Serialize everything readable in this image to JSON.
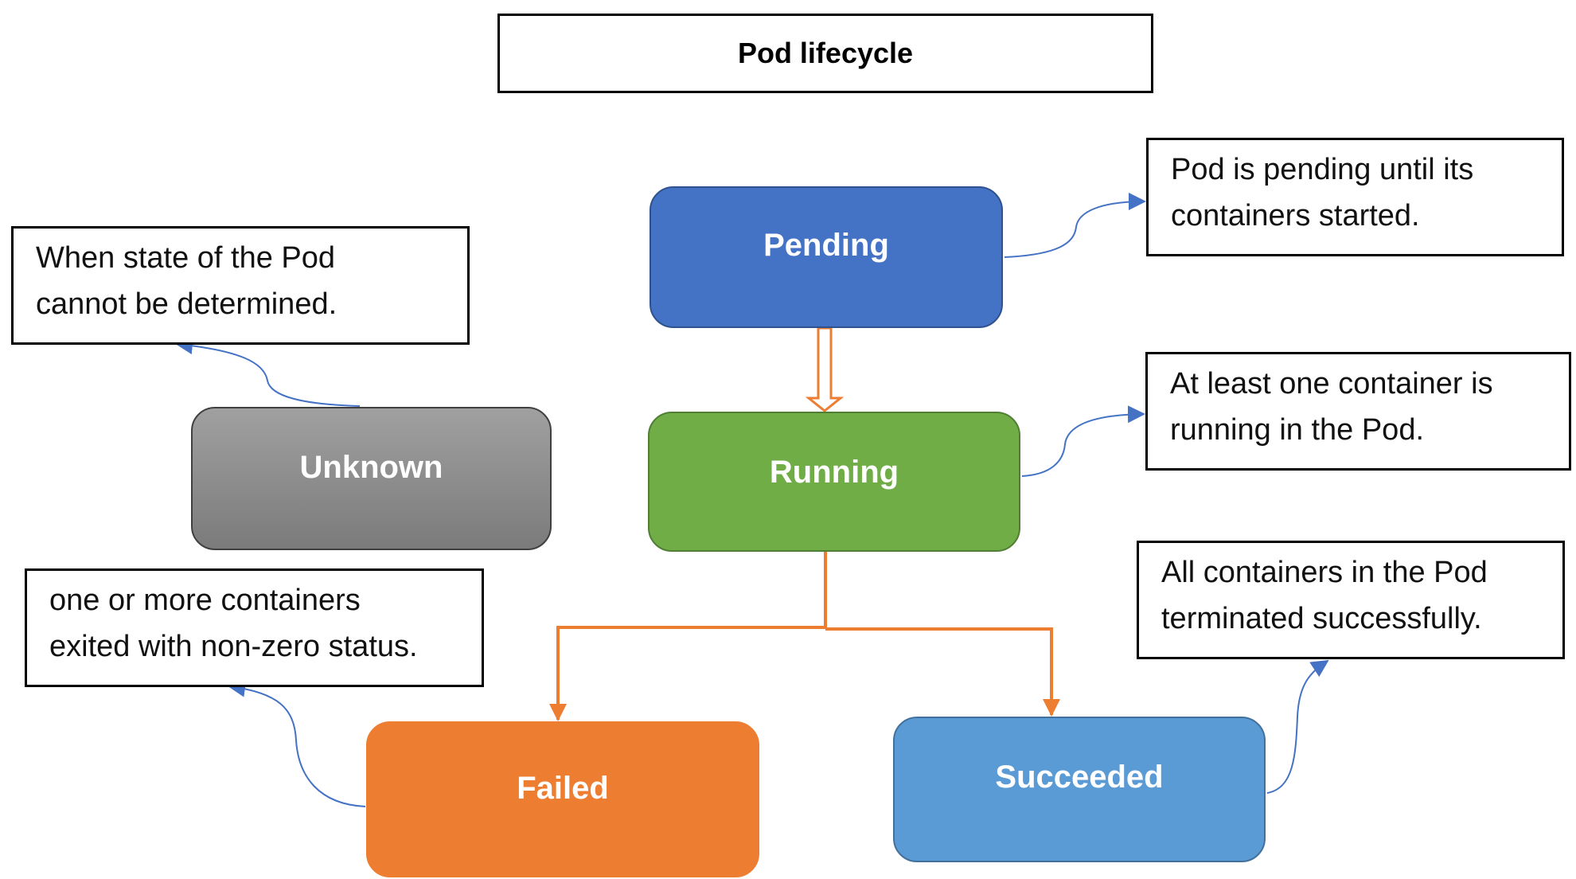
{
  "title": "Pod lifecycle",
  "states": {
    "pending": "Pending",
    "running": "Running",
    "unknown": "Unknown",
    "failed": "Failed",
    "succeeded": "Succeeded"
  },
  "notes": {
    "pending": [
      "Pod is pending until its",
      "containers started."
    ],
    "unknown": [
      "When state of the Pod",
      "cannot be determined."
    ],
    "running": [
      "At least one container is",
      "running in the Pod."
    ],
    "failed": [
      "one or more containers",
      "exited with non-zero status."
    ],
    "succeeded": [
      "All containers in the Pod",
      "terminated successfully."
    ]
  },
  "transitions": [
    {
      "from": "Pending",
      "to": "Running"
    },
    {
      "from": "Running",
      "to": "Failed"
    },
    {
      "from": "Running",
      "to": "Succeeded"
    }
  ],
  "colors": {
    "pending": "#4472c4",
    "running": "#70ad47",
    "unknown": "#8c8c8c",
    "failed": "#ed7d31",
    "succeeded": "#5b9bd5",
    "transition_arrow": "#ed7d31",
    "note_connector": "#4472c4"
  }
}
